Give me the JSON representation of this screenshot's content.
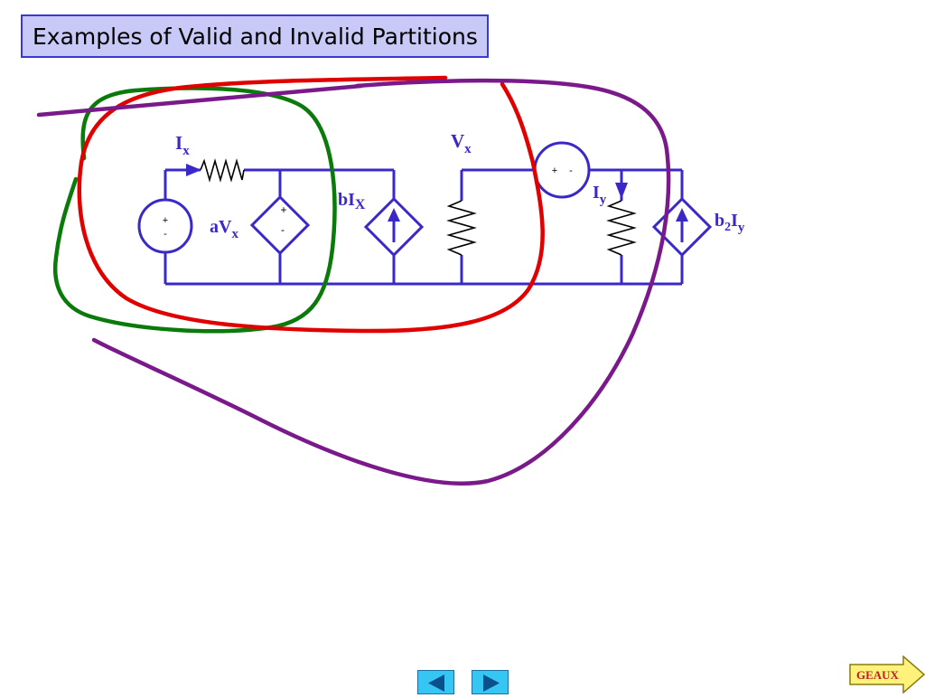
{
  "title": "Examples of Valid and Invalid Partitions",
  "labels": {
    "ix_main": "I",
    "ix_sub": "x",
    "avx_a": "aV",
    "avx_sub": "x",
    "bix": "bI",
    "bix_sub": "X",
    "vx_main": "V",
    "vx_sub": "x",
    "iy_main": "I",
    "iy_sub": "y",
    "b2iy_b": "b",
    "b2iy_2": "2",
    "b2iy_i": "I",
    "b2iy_sub": "y",
    "plus": "+",
    "minus": "-"
  },
  "colors": {
    "circuit": "#3a28c8",
    "green_partition": "#0a7a0a",
    "red_partition": "#e00000",
    "purple_partition": "#7a1a8a",
    "nav_button": "#36c6f4",
    "geaux_fill": "#fff27a"
  },
  "nav": {
    "prev_icon": "left-triangle-icon",
    "next_icon": "right-triangle-icon"
  },
  "geaux": {
    "label": "GEAUX"
  }
}
